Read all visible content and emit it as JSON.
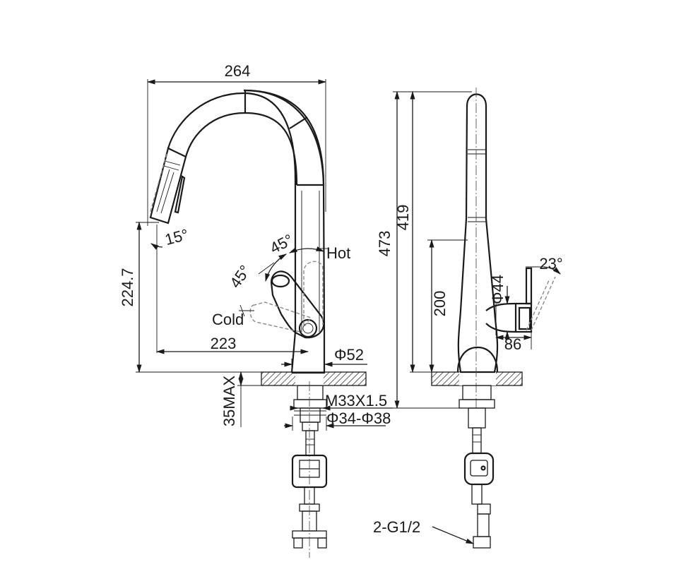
{
  "front_view": {
    "overall_width": "264",
    "spray_angle": "15°",
    "height_to_spout": "224.7",
    "reach": "223",
    "handle_angle_hot": "45°",
    "handle_angle_cold": "45°",
    "hot_label": "Hot",
    "cold_label": "Cold",
    "base_diameter": "Φ52",
    "deck_thickness": "35MAX",
    "thread_spec": "M33X1.5",
    "hole_diameter": "Φ34-Φ38"
  },
  "side_view": {
    "total_height": "473",
    "spout_height": "419",
    "handle_height": "200",
    "handle_tilt": "23°",
    "body_diameter": "Φ44",
    "handle_offset": "86",
    "inlet_spec": "2-G1/2"
  },
  "colors": {
    "line": "#1a1a1a",
    "hidden_line": "#888888",
    "hatch": "#1a1a1a"
  }
}
